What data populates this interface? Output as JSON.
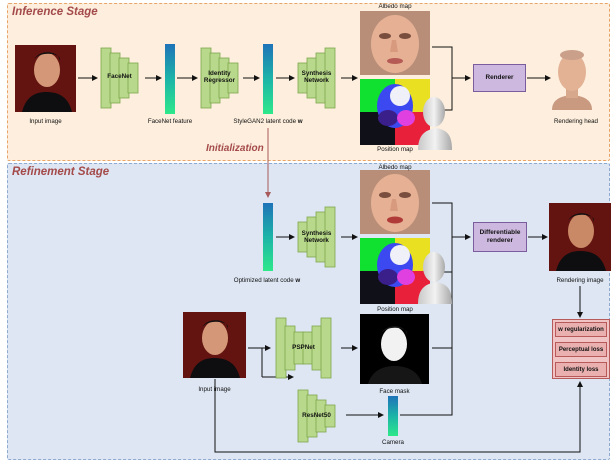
{
  "stages": {
    "inference": "Inference Stage",
    "refinement": "Refinement Stage",
    "initialization": "Initialization"
  },
  "inference": {
    "input_label": "Input image",
    "facenet": "FaceNet",
    "facenet_feature": "FaceNet feature",
    "identity_regressor": "Identity\nRegressor",
    "latent_code": "StyleGAN2 latent code ",
    "latent_code_bold": "w",
    "synthesis": "Synthesis\nNetwork",
    "albedo": "Albedo map",
    "position": "Position map",
    "renderer": "Renderer",
    "rendering_head": "Rendering head"
  },
  "refinement": {
    "optimized_latent": "Optimized latent code ",
    "optimized_latent_bold": "w",
    "synthesis": "Synthesis\nNetwork",
    "albedo": "Albedo map",
    "position": "Position map",
    "differentiable_renderer": "Differentiable\nrenderer",
    "rendering_image": "Rendering image",
    "input_label": "Input image",
    "pspnet": "PSPNet",
    "face_mask": "Face mask",
    "resnet": "ResNet50",
    "camera": "Camera",
    "losses": [
      "w regularization",
      "Perceptual loss",
      "Identity loss"
    ]
  },
  "colors": {
    "network_fill": "#b8d98c",
    "network_stroke": "#7fa64d",
    "renderer_fill": "#cdb9df",
    "loss_fill": "#eab0b0",
    "title_color": "#a44a4a"
  }
}
